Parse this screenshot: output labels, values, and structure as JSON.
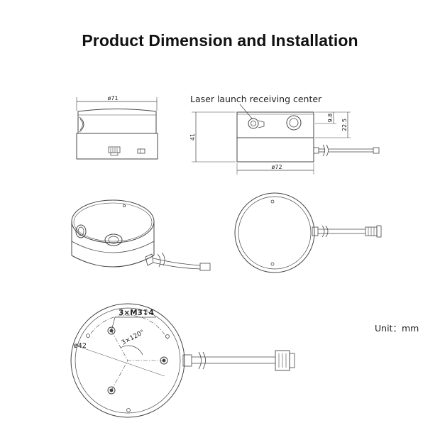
{
  "title": "Product Dimension and Installation",
  "unit_label": "Unit：mm",
  "laser_label": "Laser launch receiving center",
  "dimensions": {
    "front_diameter": "ø71",
    "side_diameter": "ø72",
    "height": "41",
    "laser_height": "9.8",
    "window_height": "22.5",
    "mount_diameter": "ø42",
    "screw_spec": "3×M3↧4",
    "screw_angle": "3×120°"
  }
}
